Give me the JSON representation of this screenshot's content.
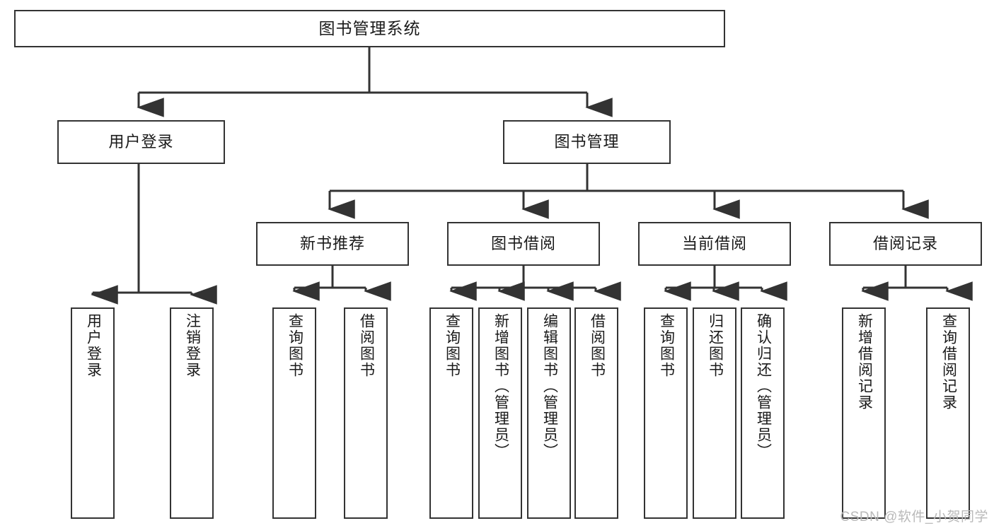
{
  "diagram": {
    "title": "图书管理系统",
    "type": "tree",
    "watermark": "CSDN @软件_小贺同学",
    "colors": {
      "node_border": "#333333",
      "node_fill": "#ffffff",
      "connector": "#333333",
      "text": "#1a1a1a",
      "watermark": "#b9b9b9"
    },
    "root": {
      "label": "图书管理系统"
    },
    "level2": [
      {
        "label": "用户登录"
      },
      {
        "label": "图书管理"
      }
    ],
    "level3": [
      {
        "label": "新书推荐"
      },
      {
        "label": "图书借阅"
      },
      {
        "label": "当前借阅"
      },
      {
        "label": "借阅记录"
      }
    ],
    "leaves": {
      "user_login": [
        {
          "label": "用户登录"
        },
        {
          "label": "注销登录"
        }
      ],
      "new_book_recommend": [
        {
          "label": "查询图书"
        },
        {
          "label": "借阅图书"
        }
      ],
      "book_borrow": [
        {
          "label": "查询图书"
        },
        {
          "label": "新增图书（管理员）"
        },
        {
          "label": "编辑图书（管理员）"
        },
        {
          "label": "借阅图书"
        }
      ],
      "current_borrow": [
        {
          "label": "查询图书"
        },
        {
          "label": "归还图书"
        },
        {
          "label": "确认归还（管理员）"
        }
      ],
      "borrow_record": [
        {
          "label": "新增借阅记录"
        },
        {
          "label": "查询借阅记录"
        }
      ]
    }
  }
}
